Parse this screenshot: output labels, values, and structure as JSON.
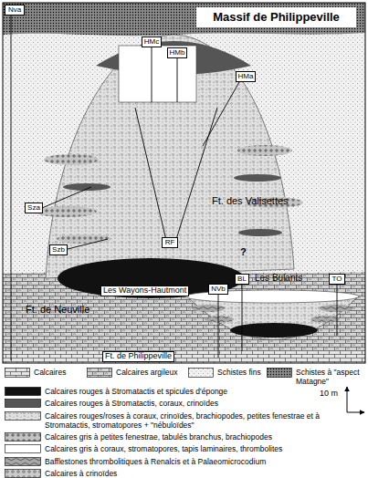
{
  "diagram": {
    "nodes": [
      {
        "text": [
          "Nva"
        ]
      },
      {
        "text": [
          "HMc"
        ]
      },
      {
        "text": [
          "HMb"
        ]
      },
      {
        "text": [
          "HMa"
        ]
      },
      {
        "text": [
          "Sza"
        ]
      },
      {
        "text": [
          "Szb"
        ]
      },
      {
        "text": [
          "RF"
        ]
      },
      {
        "text": [
          "NVb"
        ]
      },
      {
        "text": [
          "BL"
        ]
      },
      {
        "text": [
          "TO"
        ]
      }
    ],
    "labels": [
      "Massif de Philippeville",
      "Ft. des Valisettes",
      "Les Wayons-Hautmont",
      "Les Bulants",
      "Ft. de Neuville",
      "Ft. de Philippeville",
      "?",
      "10 m"
    ],
    "legend": [
      {
        "text": "Calcaires",
        "color": "#e6e6e6"
      },
      {
        "text": "Calcaires argileux",
        "color": "#d6d6d6"
      },
      {
        "text": "Schistes fins",
        "color": "#f2f2f2"
      },
      {
        "text": "Schistes à \"aspect Matagne\"",
        "color": "#8a8a8a"
      },
      {
        "text": "Calcaires rouges à Stromatactis et spicules d'éponge",
        "color": "#111111"
      },
      {
        "text": "Calcaires rouges à Stromatactis, coraux, crinoïdes",
        "color": "#555555"
      },
      {
        "text": "Calcaires rouges/roses à coraux, crinoïdes, brachiopodes, petites fenestrae et à Stromatactis, stromatopores + \"nébuloïdes\"",
        "color": "#e0e0e0"
      },
      {
        "text": "Calcaires gris à petites fenestrae, tabulés branchus, brachiopodes",
        "color": "#c4c4c4"
      },
      {
        "text": "Calcaires gris à coraux, stromatopores, tapis laminaires, thrombolites",
        "color": "#ffffff"
      },
      {
        "text": "Bafflestones thrombolitiques à Renalcis et à Palaeomicrocodium",
        "color": "#a8a8a8"
      },
      {
        "text": "Calcaires à crinoïdes",
        "color": "#cccccc"
      }
    ]
  }
}
